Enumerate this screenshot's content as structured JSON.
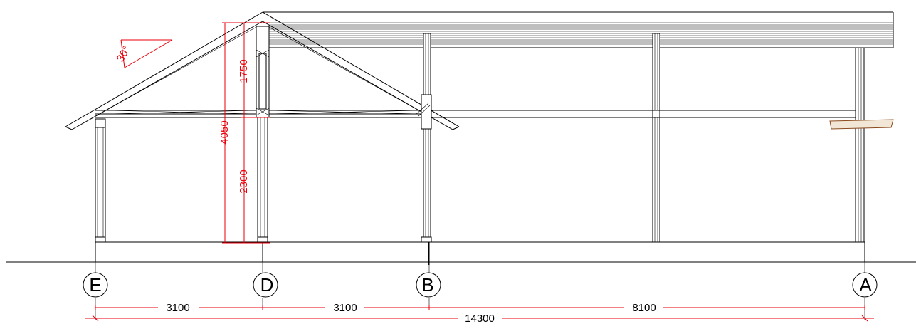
{
  "axes": [
    {
      "id": "E",
      "label": "E"
    },
    {
      "id": "D",
      "label": "D"
    },
    {
      "id": "B",
      "label": "B"
    },
    {
      "id": "A",
      "label": "A"
    }
  ],
  "dimensions": {
    "bottom": [
      {
        "id": "e-d",
        "label": "3100"
      },
      {
        "id": "d-b",
        "label": "3100"
      },
      {
        "id": "b-a",
        "label": "8100"
      },
      {
        "id": "total",
        "label": "14300"
      }
    ],
    "vertical": [
      {
        "id": "total-height",
        "label": "4050"
      },
      {
        "id": "upper-height",
        "label": "1750"
      },
      {
        "id": "lower-height",
        "label": "2300"
      }
    ]
  },
  "roof_angle_label": "30°",
  "colors": {
    "line": "#000000",
    "dimension_red": "#e8000b",
    "beam_fill": "#f2e7d6",
    "beam_stroke": "#8a4b1e",
    "background": "#ffffff"
  }
}
